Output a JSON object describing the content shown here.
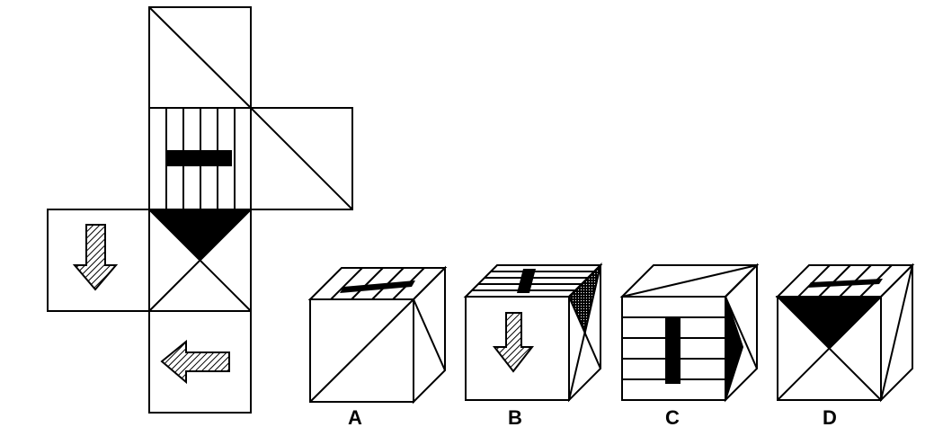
{
  "puzzle": {
    "options": [
      {
        "label": "A"
      },
      {
        "label": "B"
      },
      {
        "label": "C"
      },
      {
        "label": "D"
      }
    ]
  },
  "colors": {
    "ink": "#000000",
    "paper": "#ffffff"
  }
}
